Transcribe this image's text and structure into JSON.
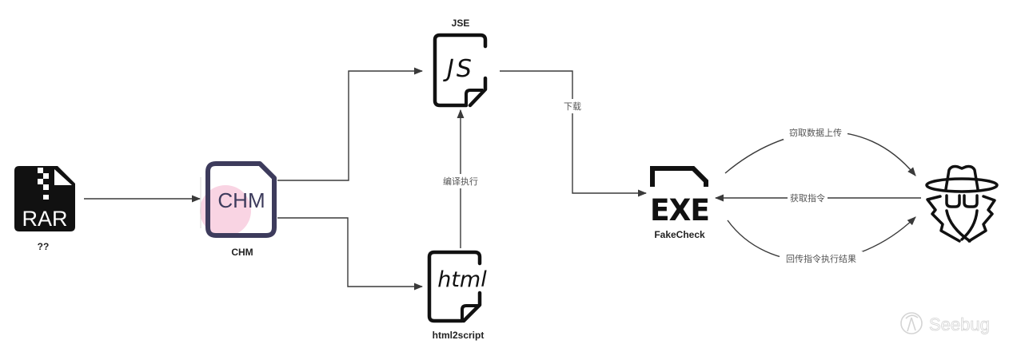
{
  "diagram": {
    "nodes": {
      "rar": {
        "label": "??",
        "icon_text": "RAR",
        "icon": "rar-archive-icon"
      },
      "chm": {
        "label": "CHM",
        "icon_text": "CHM",
        "icon": "chm-file-icon"
      },
      "jse": {
        "label": "JSE",
        "icon_text": "JS",
        "icon": "js-file-icon"
      },
      "html": {
        "label": "html2script",
        "icon_text": "html",
        "icon": "html-file-icon"
      },
      "exe": {
        "label": "FakeCheck",
        "icon_text": "EXE",
        "icon": "exe-file-icon"
      },
      "attacker": {
        "label": "",
        "icon": "spy-hacker-icon"
      }
    },
    "edges": [
      {
        "from": "rar",
        "to": "chm",
        "label": ""
      },
      {
        "from": "chm",
        "to": "jse",
        "label": ""
      },
      {
        "from": "chm",
        "to": "html",
        "label": ""
      },
      {
        "from": "html",
        "to": "jse",
        "label": "编译执行"
      },
      {
        "from": "jse",
        "to": "exe",
        "label": "下载"
      },
      {
        "from": "exe",
        "to": "attacker",
        "label": "窃取数据上传"
      },
      {
        "from": "attacker",
        "to": "exe",
        "label": "获取指令"
      },
      {
        "from": "exe",
        "to": "attacker",
        "label": "回传指令执行结果"
      }
    ],
    "colors": {
      "edge": "#3a3a3a",
      "chm_frame": "#3d3b5c",
      "chm_highlight": "#f7c6d9",
      "icon_black": "#111111"
    }
  },
  "watermark": {
    "text": "Seebug",
    "icon": "seebug-logo-icon"
  }
}
